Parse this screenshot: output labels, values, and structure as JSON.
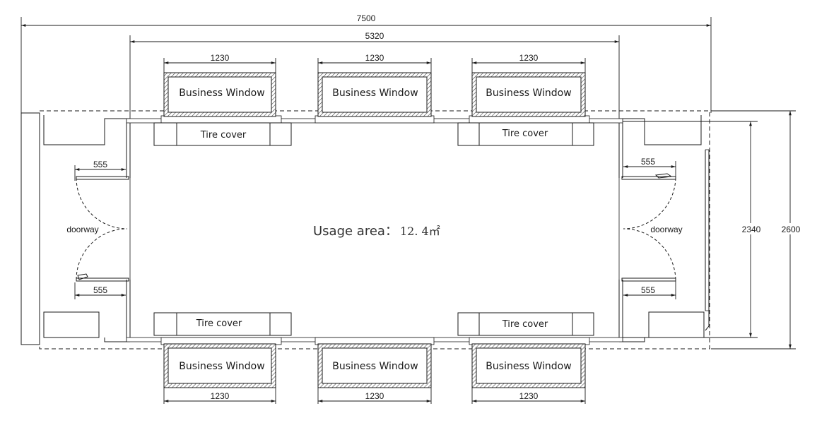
{
  "dimensions": {
    "overall_length": "7500",
    "inner_length": "5320",
    "overall_width": "2600",
    "inner_width": "2340",
    "window_width": "1230",
    "door_offset": "555"
  },
  "labels": {
    "business_window": "Business Window",
    "tire_cover": "Tire cover",
    "doorway": "doorway",
    "usage_area": "Usage area：",
    "usage_area_value": "12. 4㎡"
  }
}
